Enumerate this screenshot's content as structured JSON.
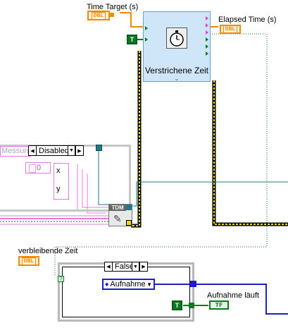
{
  "labels": {
    "time_target": "Time Target (s)",
    "elapsed_time": "Elapsed Time (s)",
    "remaining_time": "verbleibende Zeit",
    "recording_running": "Aufnahme läuft"
  },
  "terminals": {
    "dbl": "DBL",
    "tf": "TF"
  },
  "constants": {
    "true_const": "T",
    "numeric_zero": "0"
  },
  "express_vi": {
    "title": "Verstrichene Zeit",
    "expand_glyph": "⌄"
  },
  "case_structures": {
    "disabled_selector": "Disabled",
    "false_selector": "False",
    "question_mark": "?"
  },
  "left_panel": {
    "messung_text": "Messung",
    "cluster_x": "x",
    "cluster_y": "y",
    "tdm_label": "TDM"
  },
  "enum_const": {
    "value": "Aufnahme"
  },
  "colors": {
    "orange": "#f08a00",
    "green": "#0a7a20",
    "blue": "#1f1fc8",
    "pink": "#e07ee0",
    "teal": "#1e7a8a",
    "vi_blue": "#cfe6f8"
  }
}
